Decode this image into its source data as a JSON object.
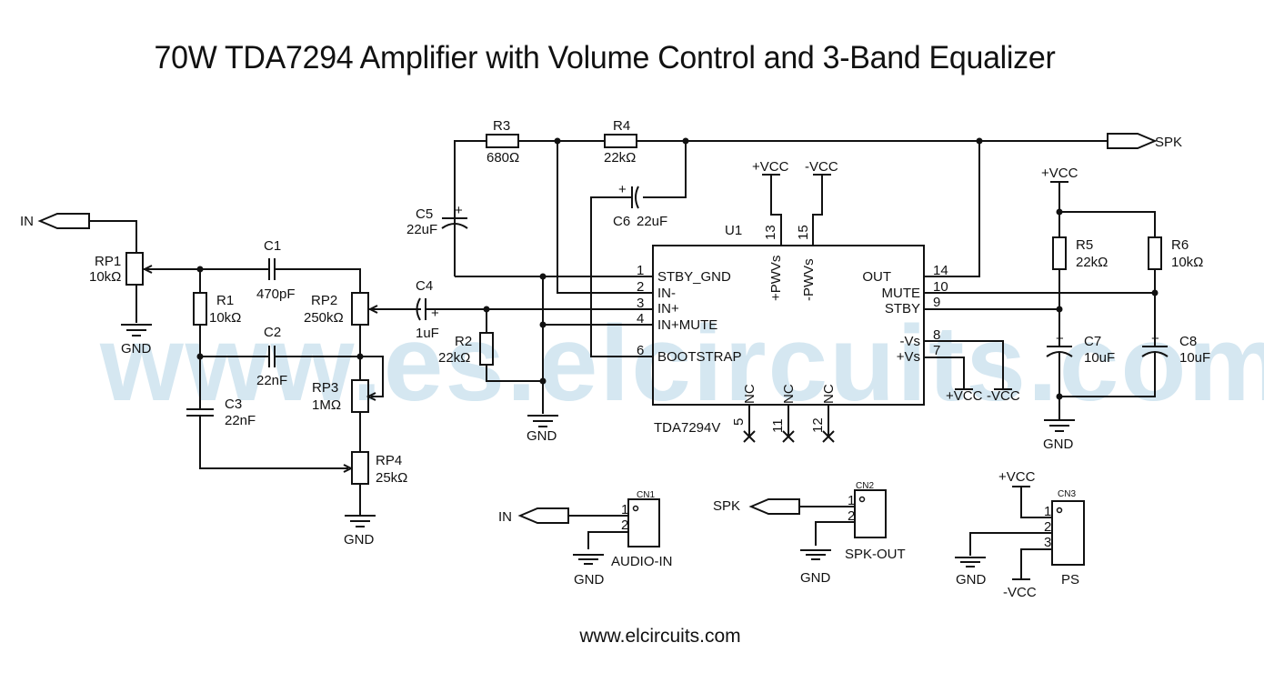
{
  "title": "70W TDA7294 Amplifier with Volume Control and 3-Band Equalizer",
  "footer": "www.elcircuits.com",
  "watermark": "www.es.elcircuits.com",
  "colors": {
    "ink": "#111111",
    "watermark": "#d5e7f1",
    "background": "#ffffff"
  },
  "ports": {
    "in": "IN",
    "spk": "SPK"
  },
  "power": {
    "pos": "+VCC",
    "neg": "-VCC",
    "gnd": "GND"
  },
  "components": {
    "rp1": {
      "ref": "RP1",
      "value": "10kΩ"
    },
    "rp2": {
      "ref": "RP2",
      "value": "250kΩ"
    },
    "rp3": {
      "ref": "RP3",
      "value": "1MΩ"
    },
    "rp4": {
      "ref": "RP4",
      "value": "25kΩ"
    },
    "r1": {
      "ref": "R1",
      "value": "10kΩ"
    },
    "r2": {
      "ref": "R2",
      "value": "22kΩ"
    },
    "r3": {
      "ref": "R3",
      "value": "680Ω"
    },
    "r4": {
      "ref": "R4",
      "value": "22kΩ"
    },
    "r5": {
      "ref": "R5",
      "value": "22kΩ"
    },
    "r6": {
      "ref": "R6",
      "value": "10kΩ"
    },
    "c1": {
      "ref": "C1",
      "value": "470pF"
    },
    "c2": {
      "ref": "C2",
      "value": "22nF"
    },
    "c3": {
      "ref": "C3",
      "value": "22nF"
    },
    "c4": {
      "ref": "C4",
      "value": "1uF"
    },
    "c5": {
      "ref": "C5",
      "value": "22uF"
    },
    "c6": {
      "ref": "C6",
      "value": "22uF"
    },
    "c7": {
      "ref": "C7",
      "value": "10uF"
    },
    "c8": {
      "ref": "C8",
      "value": "10uF"
    }
  },
  "ic": {
    "ref": "U1",
    "part": "TDA7294V",
    "left_pins": [
      {
        "num": "1",
        "name": "STBY_GND"
      },
      {
        "num": "2",
        "name": "IN-"
      },
      {
        "num": "3",
        "name": "IN+"
      },
      {
        "num": "4",
        "name": "IN+MUTE"
      },
      {
        "num": "6",
        "name": "BOOTSTRAP"
      }
    ],
    "right_pins": [
      {
        "num": "14",
        "name": "OUT"
      },
      {
        "num": "10",
        "name": "MUTE"
      },
      {
        "num": "9",
        "name": "STBY"
      },
      {
        "num": "8",
        "name": "-Vs"
      },
      {
        "num": "7",
        "name": "+Vs"
      }
    ],
    "top_pins": [
      {
        "num": "13",
        "name": "+PWVs"
      },
      {
        "num": "15",
        "name": "-PWVs"
      }
    ],
    "bottom_pins": [
      {
        "num": "5",
        "name": "NC"
      },
      {
        "num": "11",
        "name": "NC"
      },
      {
        "num": "12",
        "name": "NC"
      }
    ]
  },
  "connectors": {
    "cn1": {
      "ref": "CN1",
      "label": "AUDIO-IN",
      "pins": [
        "1",
        "2"
      ]
    },
    "cn2": {
      "ref": "CN2",
      "label": "SPK-OUT",
      "pins": [
        "1",
        "2"
      ]
    },
    "cn3": {
      "ref": "CN3",
      "label": "PS",
      "pins": [
        "1",
        "2",
        "3"
      ]
    }
  },
  "polarity_mark": "+"
}
